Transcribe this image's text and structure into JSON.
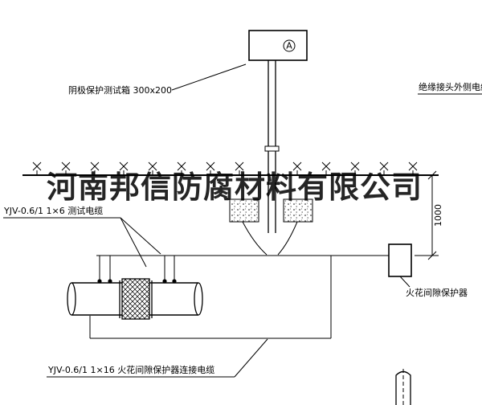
{
  "watermark": "河南邦信防腐材料有限公司",
  "labels": {
    "test_box": "阴极保护测试箱 300x200",
    "ammeter": "A",
    "outer_cable": "绝缘接头外侧电缆",
    "test_cable": "YJV-0.6/1 1×6  测试电缆",
    "spark_gap_protector": "火花间隙保护器",
    "connection_cable": "YJV-0.6/1 1×16  火花间隙保护器连接电缆",
    "dimension_1000": "1000"
  },
  "colors": {
    "line": "#000000",
    "background": "#ffffff"
  }
}
